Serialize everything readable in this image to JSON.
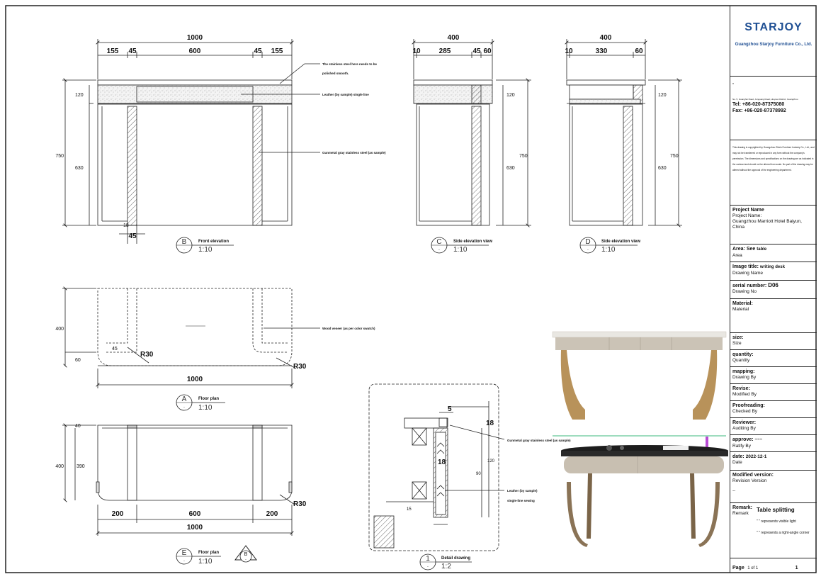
{
  "company": {
    "logo": "STARJOY",
    "name": "Guangzhou Starjoy Furniture Co., Ltd.",
    "address": "No. 5, Guanghui Road, Junguang Road, Huiyuan District, Guangzhou",
    "tel": "Tel: +86-020-87375080",
    "fax": "Fax: +86-020-87378992",
    "bullet": "*",
    "copyright": "This drawing is copyrighted by Guangzhou Zhixin Furniture Industry Co., Ltd., and may not be transferred or reproduced in any form without the company's permission. The dimensions and specifications on the drawing are as indicated in the contract and should not be altered from scale. No part of the drawing may be altered without the approval of the engineering department."
  },
  "title_block": {
    "project_cn": "Project Name",
    "project_en": "Project Name:",
    "project_value": "Guangzhou Marriott Hotel Baiyun, China",
    "area_cn": "Area: See",
    "area_en": "Area",
    "area_value": "table",
    "image_title_cn": "Image title:",
    "image_title_en": "Drawing Name",
    "image_title_value": "writing desk",
    "serial_cn": "serial number:",
    "serial_en": "Drawing No",
    "serial_value": "D06",
    "material_cn": "Material:",
    "material_en": "Material",
    "size_cn": "size:",
    "size_en": "Size",
    "quantity_cn": "quantity:",
    "quantity_en": "Quantity",
    "mapping_cn": "mapping:",
    "mapping_en": "Drawing By",
    "revise_cn": "Revise:",
    "revise_en": "Modified By",
    "proof_cn": "Proofreading:",
    "proof_en": "Checked By",
    "reviewer_cn": "Reviewer:",
    "reviewer_en": "Auditing By",
    "approve_cn": "approve:",
    "approve_en": "Ratify By",
    "approve_value": "~~~",
    "date_cn": "date:",
    "date_en": "Date",
    "date_value": "2022-12-1",
    "modified_cn": "Modified version:",
    "modified_en": "Revision Version",
    "modified_value": "--",
    "remark_cn": "Remark:",
    "remark_en": "Remark",
    "remark_title": "Table splitting",
    "remark_line1": "\" \" represents visible light",
    "remark_line2": "\" \" represents a right-angle corner",
    "page_label": "Page",
    "page_of": "1 of 1",
    "page_num": "1"
  },
  "front_elevation": {
    "overall": "1000",
    "segments": [
      "155",
      "45",
      "600",
      "45",
      "155"
    ],
    "h_top": "120",
    "h_total": "750",
    "h_leg": "630",
    "bottom_small": "18",
    "bottom_45": "45",
    "note_steel_polish_1": "The stainless steel here needs to be",
    "note_steel_polish_2": "polished smooth.",
    "note_leather": "Leather (by sample) single line",
    "note_steel": "Gunmetal gray stainless steel (as sample)",
    "marker": "B",
    "marker_sub": "-",
    "name": "Front elevation",
    "scale": "1:10"
  },
  "side_c": {
    "overall": "400",
    "segments": [
      "10",
      "285",
      "45",
      "60"
    ],
    "h_top": "120",
    "h_total": "750",
    "h_leg": "630",
    "marker": "C",
    "marker_sub": "-",
    "name": "Side elevation view",
    "scale": "1:10"
  },
  "side_d": {
    "overall": "400",
    "segments": [
      "10",
      "330",
      "60"
    ],
    "h_top": "120",
    "h_total": "750",
    "h_leg": "630",
    "marker": "D",
    "marker_sub": "-",
    "name": "Side elevation view",
    "scale": "1:10"
  },
  "floor_a": {
    "depth": "400",
    "d60": "60",
    "d45": "45",
    "r1": "R30",
    "r2": "R30",
    "width": "1000",
    "note_wood": "Wood veneer (as per color swatch)",
    "marker": "A",
    "marker_sub": "-",
    "name": "Floor plan",
    "scale": "1:10"
  },
  "floor_e": {
    "d40": "40",
    "d400": "400",
    "d390": "390",
    "r": "R30",
    "segments": [
      "200",
      "600",
      "200"
    ],
    "width": "1000",
    "marker": "E",
    "marker_sub": "-",
    "name": "Floor plan",
    "scale": "1:10",
    "section_marker": "B",
    "section_sub": "-"
  },
  "detail": {
    "d5": "5",
    "d18a": "18",
    "d18b": "18",
    "d90": "90",
    "d120": "120",
    "d15": "15",
    "note_steel": "Gunmetal gray stainless steel (as sample)",
    "note_leather_1": "Leather (by sample)",
    "note_leather_2": "single-line sewing",
    "marker": "1",
    "marker_sub": "-",
    "name": "Detail drawing",
    "scale": "1:2"
  }
}
